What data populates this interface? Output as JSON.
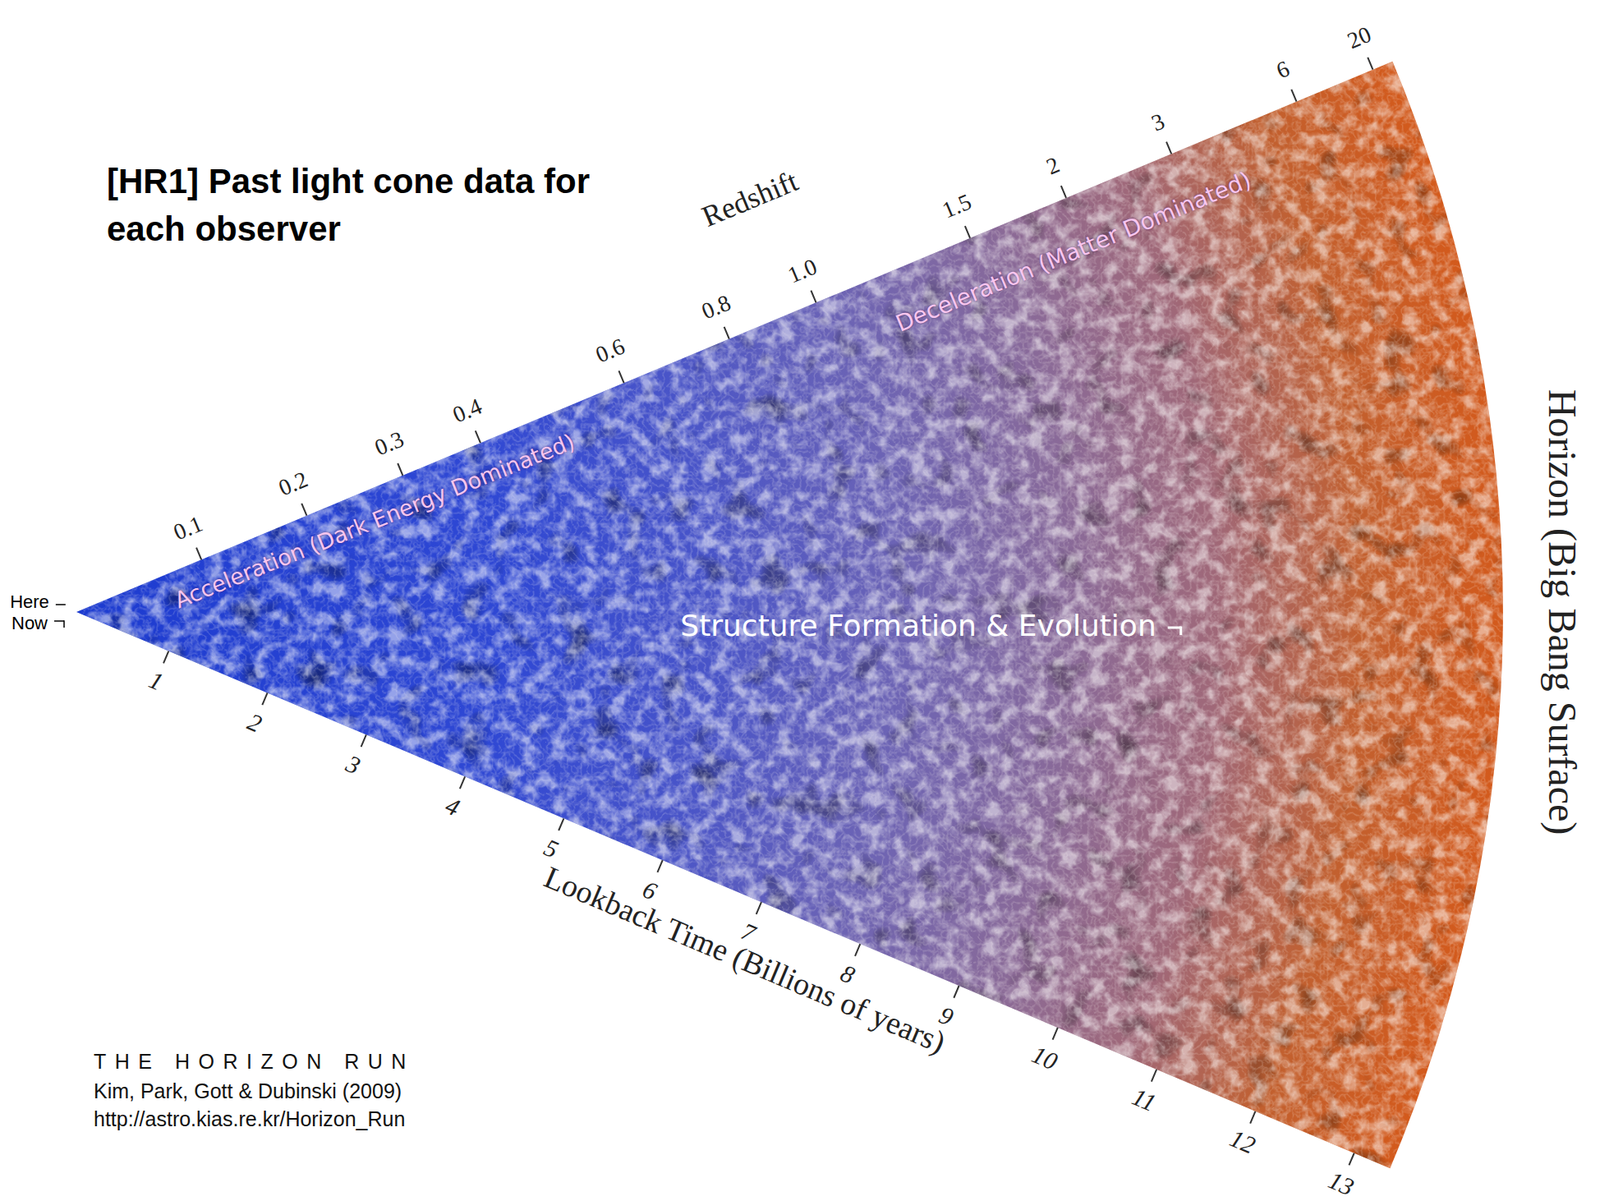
{
  "diagram": {
    "title": "[HR1] Past light cone data for each observer",
    "labels": [
      "Redshift",
      "0.1",
      "0.2",
      "0.3",
      "0.4",
      "0.6",
      "0.8",
      "1.0",
      "1.5",
      "2",
      "3",
      "6",
      "20",
      "1",
      "2",
      "3",
      "4",
      "5",
      "6",
      "7",
      "8",
      "9",
      "10",
      "11",
      "12",
      "13",
      "Lookback Time (Billions of years)",
      "Horizon (Big Bang Surface)",
      "Here",
      "Now",
      "Acceleration (Dark Energy Dominated)",
      "Deceleration (Matter Dominated)",
      "Structure Formation & Evolution",
      "THE HORIZON RUN",
      "Kim, Park, Gott & Dubinski (2009)",
      "http://astro.kias.re.kr/Horizon_Run"
    ]
  }
}
